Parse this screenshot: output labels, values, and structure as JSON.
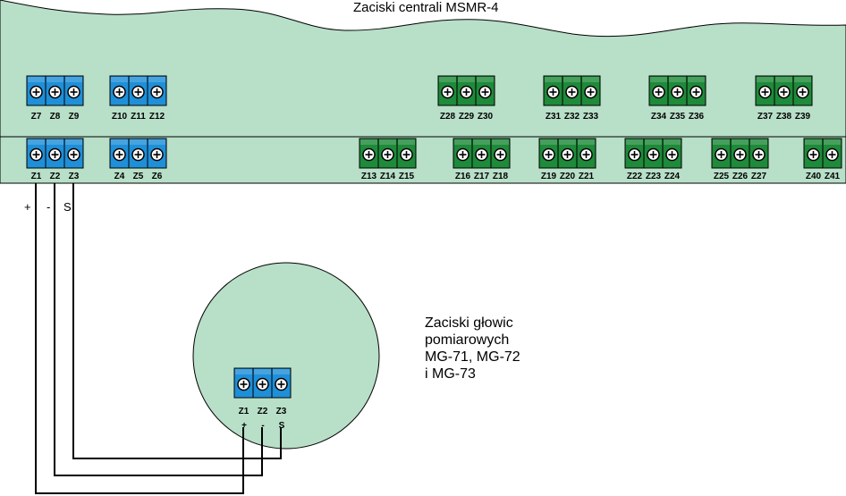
{
  "title": "Zaciski centrali MSMR-4",
  "head_caption": [
    "Zaciski głowic",
    "pomiarowych",
    "MG-71, MG-72",
    "i MG-73"
  ],
  "colors": {
    "panel": "#b8dfc8",
    "blue_terminal": "#1f8fd8",
    "green_terminal": "#1e8a3a",
    "wire": "#000000"
  },
  "upper_terminals": [
    {
      "color": "blue",
      "labels": [
        "Z7",
        "Z8",
        "Z9"
      ]
    },
    {
      "color": "blue",
      "labels": [
        "Z10",
        "Z11",
        "Z12"
      ]
    },
    {
      "color": "green",
      "labels": [
        "Z28",
        "Z29",
        "Z30"
      ]
    },
    {
      "color": "green",
      "labels": [
        "Z31",
        "Z32",
        "Z33"
      ]
    },
    {
      "color": "green",
      "labels": [
        "Z34",
        "Z35",
        "Z36"
      ]
    },
    {
      "color": "green",
      "labels": [
        "Z37",
        "Z38",
        "Z39"
      ]
    }
  ],
  "lower_terminals": [
    {
      "color": "blue",
      "labels": [
        "Z1",
        "Z2",
        "Z3"
      ]
    },
    {
      "color": "blue",
      "labels": [
        "Z4",
        "Z5",
        "Z6"
      ]
    },
    {
      "color": "green",
      "labels": [
        "Z13",
        "Z14",
        "Z15"
      ]
    },
    {
      "color": "green",
      "labels": [
        "Z16",
        "Z17",
        "Z18"
      ]
    },
    {
      "color": "green",
      "labels": [
        "Z19",
        "Z20",
        "Z21"
      ]
    },
    {
      "color": "green",
      "labels": [
        "Z22",
        "Z23",
        "Z24"
      ]
    },
    {
      "color": "green",
      "labels": [
        "Z25",
        "Z26",
        "Z27"
      ]
    },
    {
      "color": "green",
      "labels": [
        "Z40",
        "Z41"
      ]
    }
  ],
  "wire_labels": [
    "+",
    "-",
    "S"
  ],
  "head_terminal": {
    "labels": [
      "Z1",
      "Z2",
      "Z3"
    ],
    "signs": [
      "+",
      "-",
      "S"
    ]
  }
}
